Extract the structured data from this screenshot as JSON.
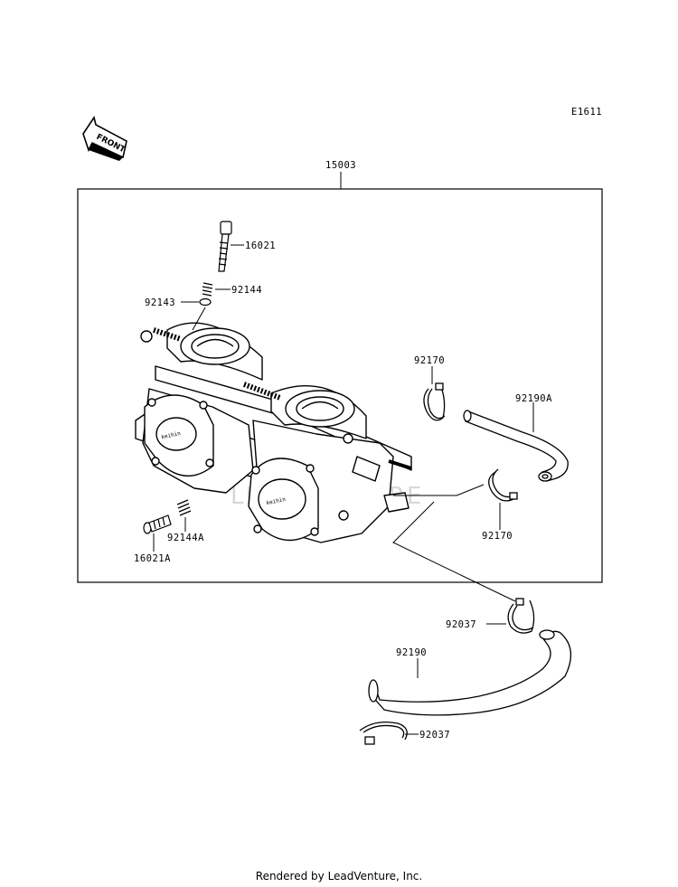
{
  "diagram_code": "E1611",
  "front_label": "FRONT",
  "watermark": "LEADVENTURE",
  "assembly_label": "15003",
  "labels": {
    "p16021": "16021",
    "p92144": "92144",
    "p92143": "92143",
    "p92170_top": "92170",
    "p92190A": "92190A",
    "p92170_mid": "92170",
    "p92144A": "92144A",
    "p16021A": "16021A",
    "p92037_a": "92037",
    "p92190": "92190",
    "p92037_b": "92037"
  },
  "footer": "Rendered by LeadVenture, Inc."
}
